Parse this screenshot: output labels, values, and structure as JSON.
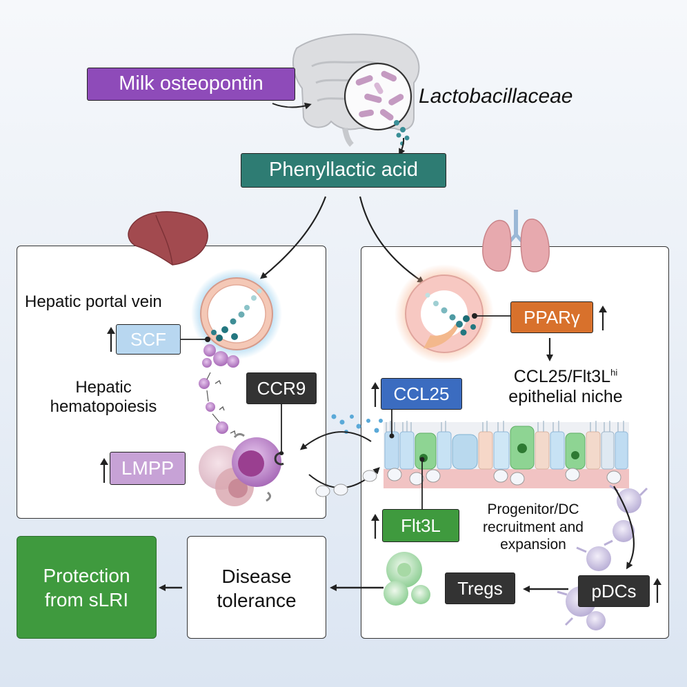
{
  "milk_osteopontin": "Milk osteopontin",
  "lactobacillaceae": "Lactobacillaceae",
  "phenyllactic_acid": "Phenyllactic acid",
  "left_panel": {
    "hepatic_portal_vein": "Hepatic portal vein",
    "scf": "SCF",
    "hepatic_hematopoiesis": "Hepatic hematopoiesis",
    "ccr9": "CCR9",
    "lmpp": "LMPP"
  },
  "right_panel": {
    "pparg": "PPARγ",
    "niche_line1": "CCL25/Flt3L",
    "niche_sup": "hi",
    "niche_line2": "epithelial niche",
    "ccl25": "CCL25",
    "flt3l": "Flt3L",
    "recruitment": "Progenitor/DC recruitment and expansion",
    "tregs": "Tregs",
    "pdcs": "pDCs"
  },
  "disease_tolerance": "Disease tolerance",
  "protection": "Protection from sLRI",
  "colors": {
    "purple": "#8e4bb9",
    "teal": "#2e7c73",
    "orange": "#d8712c",
    "light_blue": "#b8d7f0",
    "blue": "#3b6cc0",
    "green": "#3f9a3e",
    "mauve": "#c7a2d6",
    "dark": "#333333"
  }
}
